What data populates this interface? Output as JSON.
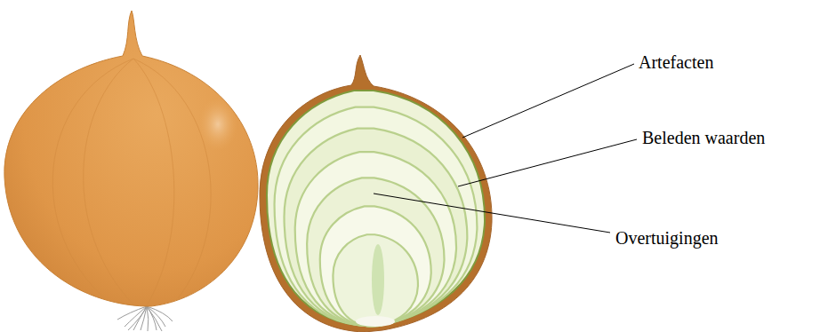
{
  "diagram": {
    "labels": [
      "Artefacten",
      "Beleden waarden",
      "Overtuigingen"
    ]
  }
}
